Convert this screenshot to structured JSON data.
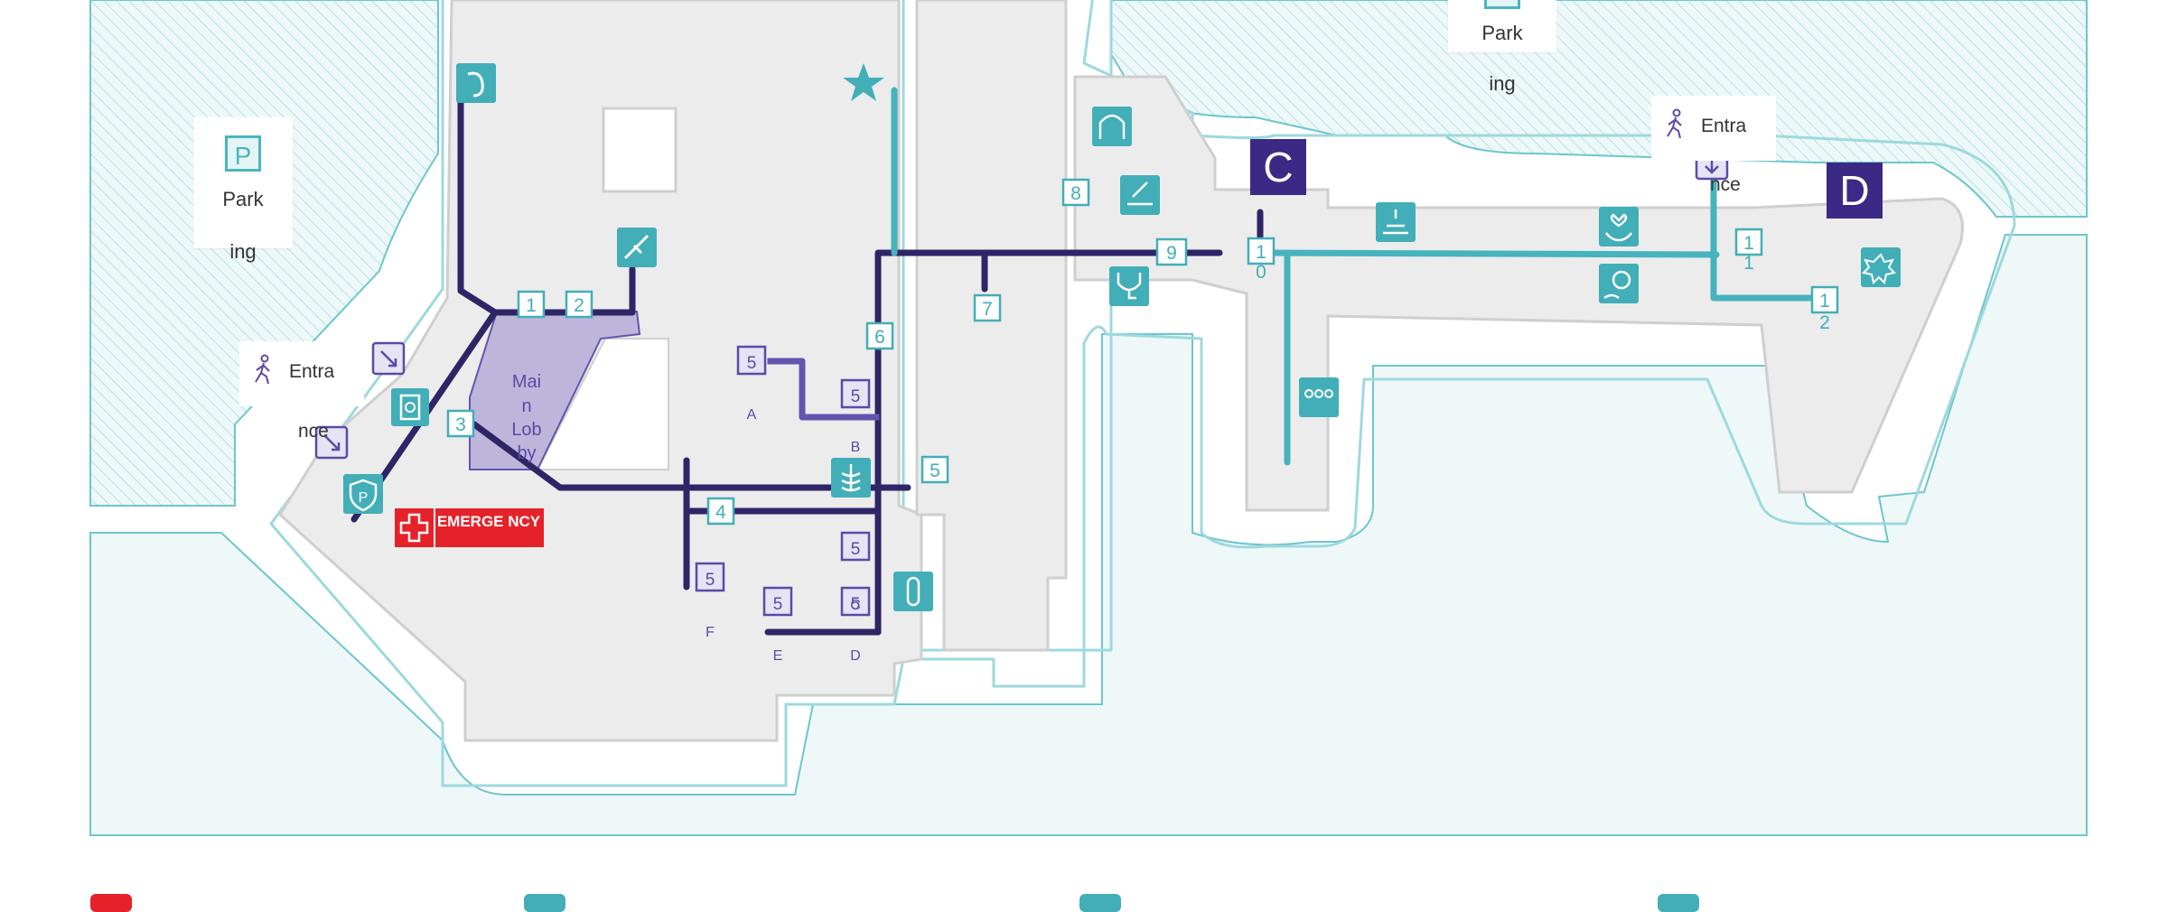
{
  "colors": {
    "sea_fill": "#eef8f9",
    "sea_stroke": "#6cc6cd",
    "building": "#ececec",
    "building_outline": "#c9c9c9",
    "route_navy": "#2e2566",
    "route_teal": "#46b3bd",
    "route_purple": "#6454b0",
    "icon_teal": "#42aeb8",
    "icon_purple": "#5b4aa8",
    "lobby_fill": "#bdb6da",
    "emergency_red": "#e5222a",
    "building_badge": "#3b2a85"
  },
  "parking": [
    {
      "id": "parking-west",
      "icon": "P",
      "line1": "Park",
      "line2": "ing"
    },
    {
      "id": "parking-north",
      "line1": "Park",
      "line2": "ing"
    }
  ],
  "entrances": [
    {
      "id": "entrance-west",
      "icon": "walking-person-icon",
      "line1": "Entra",
      "line2": "nce"
    },
    {
      "id": "entrance-east",
      "icon": "walking-person-icon",
      "line1": "Entra",
      "line2": "nce"
    }
  ],
  "main_lobby": {
    "lines": [
      "Mai",
      "n",
      "Lob",
      "by"
    ]
  },
  "emergency": {
    "label": "EMERGE NCY"
  },
  "buildings": {
    "c": "C",
    "d": "D"
  },
  "waypoints": {
    "w1a": "1",
    "w2": "2",
    "w3": "3",
    "w4": "4",
    "w5": "5",
    "w6": "6",
    "w7": "7",
    "w8": "8",
    "w9": "9",
    "w10_top": "1",
    "w10_bot": "0",
    "w11_top": "1",
    "w11_bot": "1",
    "w12_top": "1",
    "w12_bot": "2",
    "e5a": "5",
    "e5b": "5",
    "e5c": "5",
    "e5d": "5",
    "e5e": "5",
    "e5f": "5"
  },
  "elevator_letters": {
    "a": "A",
    "b": "B",
    "c": "C",
    "d": "D",
    "e": "E",
    "f": "F"
  },
  "legend_colors": [
    "#e5222a",
    "#42aeb8",
    "#42aeb8",
    "#42aeb8"
  ]
}
